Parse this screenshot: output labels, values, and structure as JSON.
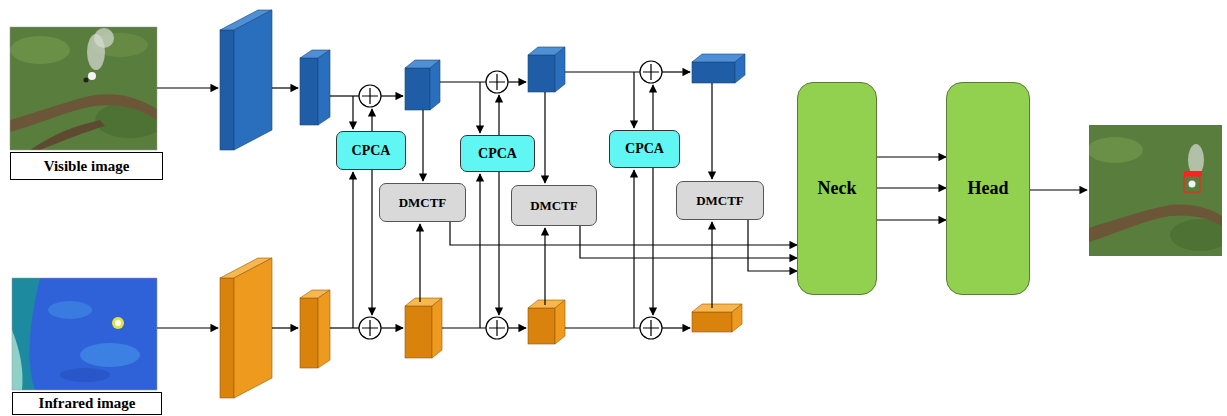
{
  "diagram": {
    "nodes": [
      {
        "text": [
          "Visible image"
        ]
      },
      {
        "text": [
          "CPCA"
        ]
      },
      {
        "text": [
          "DMCTF"
        ]
      },
      {
        "text": [
          "CPCA"
        ]
      },
      {
        "text": [
          "DMCTF"
        ]
      },
      {
        "text": [
          "CPCA"
        ]
      },
      {
        "text": [
          "DMCTF"
        ]
      },
      {
        "text": [
          "Neck"
        ]
      },
      {
        "text": [
          "Head"
        ]
      },
      {
        "text": [
          "Infrared image"
        ]
      }
    ],
    "edges": [
      {
        "from": 2,
        "to": 7,
        "arrow": "to"
      },
      {
        "from": 4,
        "to": 7,
        "arrow": "to"
      },
      {
        "from": 6,
        "to": 7,
        "arrow": "to"
      },
      {
        "from": 7,
        "to": 8,
        "arrow": "to"
      },
      {
        "from": 7,
        "to": 8,
        "arrow": "to"
      },
      {
        "from": 7,
        "to": 8,
        "arrow": "to"
      }
    ]
  }
}
